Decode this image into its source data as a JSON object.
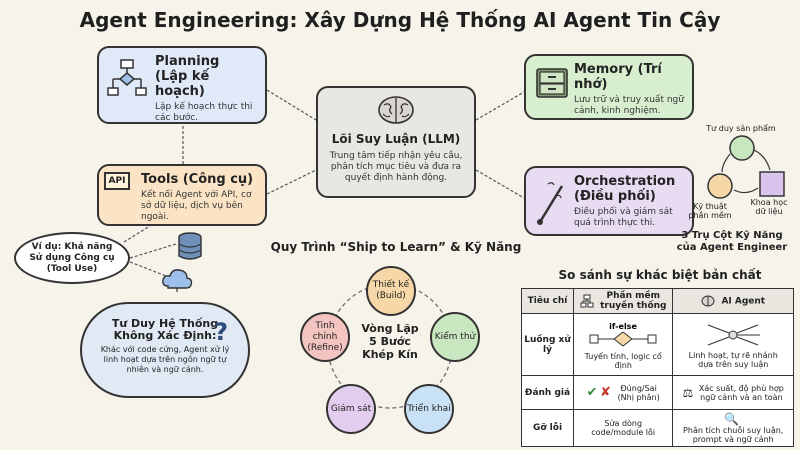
{
  "title": "Agent Engineering: Xây Dựng Hệ Thống AI Agent Tin Cậy",
  "planning": {
    "title": "Planning",
    "subtitle": "(Lập kế hoạch)",
    "desc": "Lập kế hoạch thực thi các bước."
  },
  "llm": {
    "title": "Lõi Suy Luận (LLM)",
    "desc": "Trung tâm tiếp nhận yêu cầu, phân tích mục tiêu và đưa ra quyết định hành động."
  },
  "memory": {
    "title": "Memory (Trí nhớ)",
    "desc": "Lưu trữ và truy xuất ngữ cảnh, kinh nghiệm."
  },
  "tools": {
    "icon_text": "API",
    "title": "Tools (Công cụ)",
    "desc": "Kết nối Agent với API, cơ sở dữ liệu, dịch vụ bên ngoài."
  },
  "orchestration": {
    "title": "Orchestration",
    "subtitle": "(Điều phối)",
    "desc": "Điều phối và giám sát quá trình thực thi."
  },
  "tool_use": {
    "line1": "Ví dụ: Khả năng",
    "line2": "Sử dụng Công cụ",
    "line3": "(Tool Use)"
  },
  "adaptive": {
    "title1": "Tư Duy Hệ Thống",
    "title2": "Không Xác Định:",
    "mark": "?",
    "desc": "Khác với code cứng, Agent xử lý linh hoạt dựa trên ngôn ngữ tự nhiên và ngữ cảnh."
  },
  "ship": {
    "title": "Quy Trình “Ship to Learn” & Kỹ Năng",
    "center1": "Vòng Lặp",
    "center2": "5 Bước",
    "center3": "Khép Kín",
    "build1": "Thiết kế",
    "build2": "(Build)",
    "test": "Kiểm thử",
    "deploy": "Triển khai",
    "monitor": "Giám sát",
    "refine1": "Tinh chỉnh",
    "refine2": "(Refine)"
  },
  "pillars": {
    "product": "Tư duy sản phẩm",
    "software1": "Kỹ thuật",
    "software2": "phần mềm",
    "data1": "Khoa học",
    "data2": "dữ liệu",
    "title1": "3 Trụ Cột Kỹ Năng",
    "title2": "của Agent Engineer"
  },
  "compare": {
    "title": "So sánh sự khác biệt bản chất",
    "headers": {
      "criteria": "Tiêu chí",
      "software1": "Phần mềm",
      "software2": "truyền thống",
      "agent": "AI Agent"
    },
    "rows": [
      {
        "label": "Luồng xử lý",
        "sw_diagram": "if-else",
        "sw": "Tuyến tính, logic cố định",
        "ai1": "Linh hoạt, tự rẽ nhánh",
        "ai2": "dựa trên suy luận"
      },
      {
        "label": "Đánh giá",
        "sw1": "Đúng/Sai",
        "sw2": "(Nhị phân)",
        "ai1": "Xác suất, độ phù hợp",
        "ai2": "ngữ cảnh và an toàn"
      },
      {
        "label": "Gỡ lỗi",
        "sw1": "Sửa dòng",
        "sw2": "code/module lỗi",
        "ai1": "Phân tích chuỗi suy luận,",
        "ai2": "prompt và ngữ cảnh"
      }
    ]
  }
}
